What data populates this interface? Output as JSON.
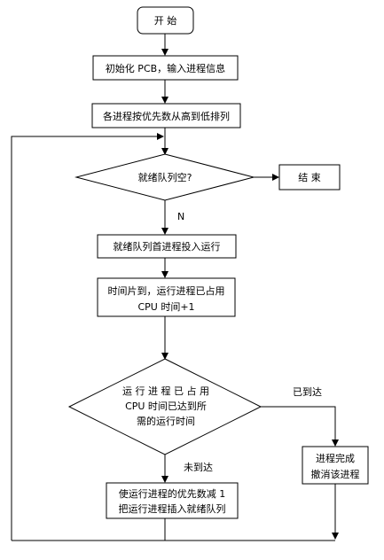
{
  "flowchart": {
    "start": "开 始",
    "init": "初始化 PCB，输入进程信息",
    "sort": "各进程按优先数从高到低排列",
    "check_empty": "就绪队列空?",
    "end": "结 束",
    "branch_n": "N",
    "run_head": "就绪队列首进程投入运行",
    "time_slice_line1": "时间片到，运行进程已占用",
    "time_slice_line2": "CPU 时间+1",
    "check_time_line1": "运 行 进 程 已 占 用",
    "check_time_line2": "CPU 时间已达到所",
    "check_time_line3": "需的运行时间",
    "label_reached": "已到达",
    "label_not_reached": "未到达",
    "finish_line1": "进程完成",
    "finish_line2": "撤消该进程",
    "decrease_line1": "使运行进程的优先数减 1",
    "decrease_line2": "把运行进程插入就绪队列"
  }
}
